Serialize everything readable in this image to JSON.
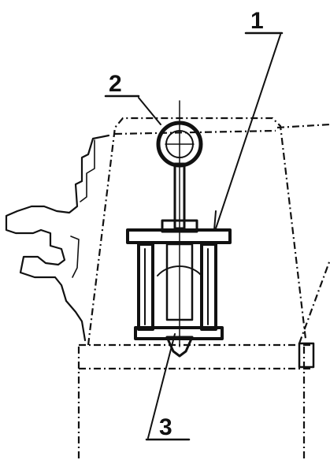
{
  "callouts": {
    "label_1": "1",
    "label_2": "2",
    "label_3": "3"
  },
  "colors": {
    "ink": "#111111",
    "paper": "#ffffff"
  }
}
